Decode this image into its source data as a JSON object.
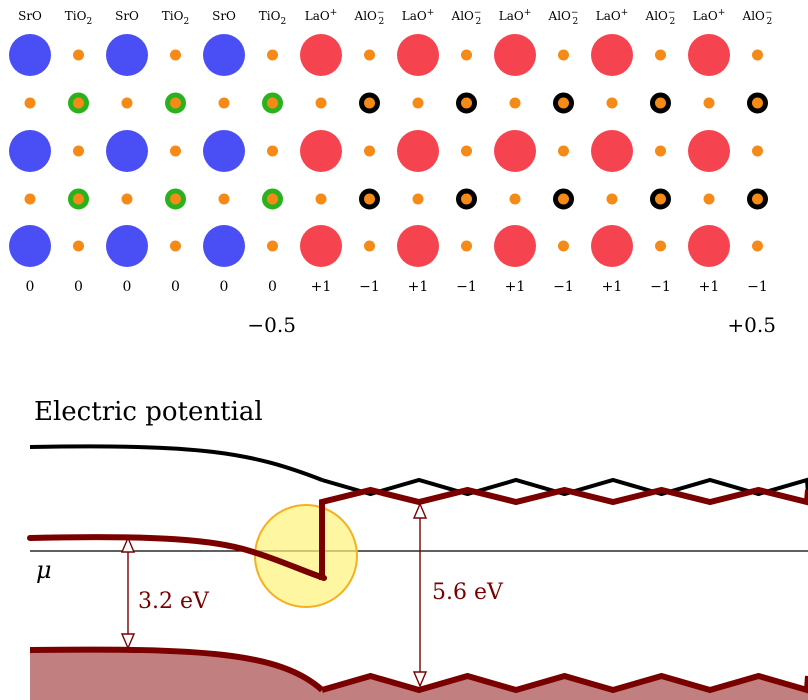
{
  "layers": [
    {
      "label": "SrO",
      "sub": "",
      "sup": "",
      "charge": "0",
      "type": "SrO"
    },
    {
      "label": "TiO",
      "sub": "2",
      "sup": "",
      "charge": "0",
      "type": "TiO2"
    },
    {
      "label": "SrO",
      "sub": "",
      "sup": "",
      "charge": "0",
      "type": "SrO"
    },
    {
      "label": "TiO",
      "sub": "2",
      "sup": "",
      "charge": "0",
      "type": "TiO2"
    },
    {
      "label": "SrO",
      "sub": "",
      "sup": "",
      "charge": "0",
      "type": "SrO"
    },
    {
      "label": "TiO",
      "sub": "2",
      "sup": "",
      "charge": "0",
      "type": "TiO2"
    },
    {
      "label": "LaO",
      "sub": "",
      "sup": "+",
      "charge": "+1",
      "type": "LaO"
    },
    {
      "label": "AlO",
      "sub": "2",
      "sup": "−",
      "charge": "−1",
      "type": "AlO2"
    },
    {
      "label": "LaO",
      "sub": "",
      "sup": "+",
      "charge": "+1",
      "type": "LaO"
    },
    {
      "label": "AlO",
      "sub": "2",
      "sup": "−",
      "charge": "−1",
      "type": "AlO2"
    },
    {
      "label": "LaO",
      "sub": "",
      "sup": "+",
      "charge": "+1",
      "type": "LaO"
    },
    {
      "label": "AlO",
      "sub": "2",
      "sup": "−",
      "charge": "−1",
      "type": "AlO2"
    },
    {
      "label": "LaO",
      "sub": "",
      "sup": "+",
      "charge": "+1",
      "type": "LaO"
    },
    {
      "label": "AlO",
      "sub": "2",
      "sup": "−",
      "charge": "−1",
      "type": "AlO2"
    },
    {
      "label": "LaO",
      "sub": "",
      "sup": "+",
      "charge": "+1",
      "type": "LaO"
    },
    {
      "label": "AlO",
      "sub": "2",
      "sup": "−",
      "charge": "−1",
      "type": "AlO2"
    }
  ],
  "interface_charges": {
    "left": "−0.5",
    "right": "+0.5"
  },
  "potential_title": "Electric potential",
  "chemical_potential_label": "μ",
  "gaps": {
    "substrate": "3.2 eV",
    "film": "5.6 eV"
  },
  "colors": {
    "sr": "#4a4ef5",
    "la": "#f5444f",
    "oxygen": "#f58a17",
    "ti_ring": "#2ab21e",
    "al_ring": "#000000",
    "band": "#7a0000",
    "valence_fill": "#c17f80",
    "highlight_fill": "#fff27a",
    "highlight_stroke": "#f5b021"
  }
}
